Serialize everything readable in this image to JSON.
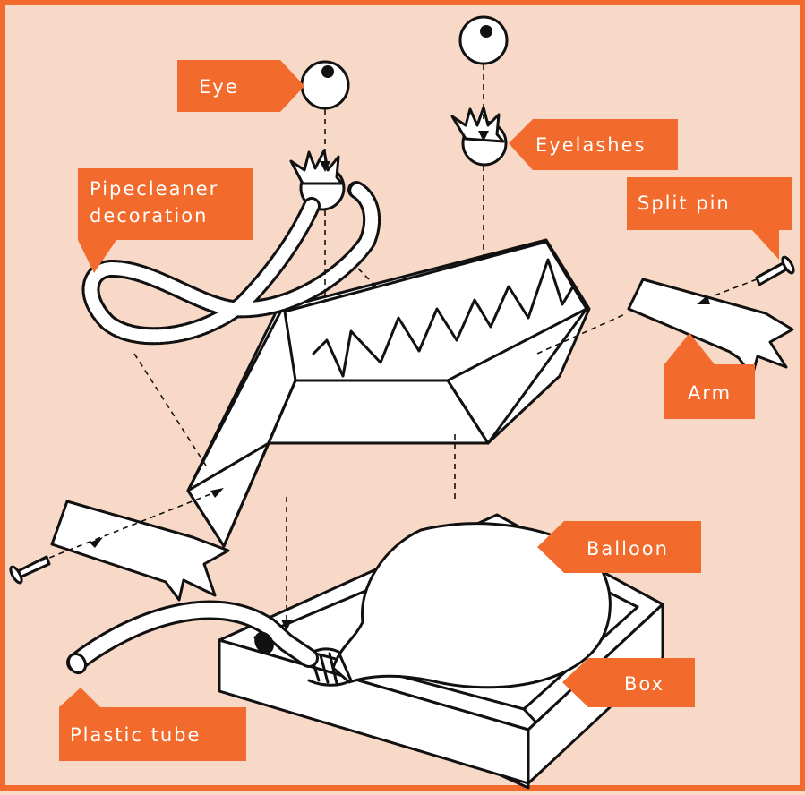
{
  "colors": {
    "background": "#f8d8c6",
    "accent": "#f26a2c",
    "outline": "#111111",
    "part_fill": "#ffffff"
  },
  "labels": {
    "eye": "Eye",
    "eyelashes": "Eyelashes",
    "pipecleaner_line1": "Pipecleaner",
    "pipecleaner_line2": "decoration",
    "split_pin": "Split pin",
    "arm": "Arm",
    "balloon": "Balloon",
    "box": "Box",
    "plastic_tube": "Plastic tube"
  }
}
